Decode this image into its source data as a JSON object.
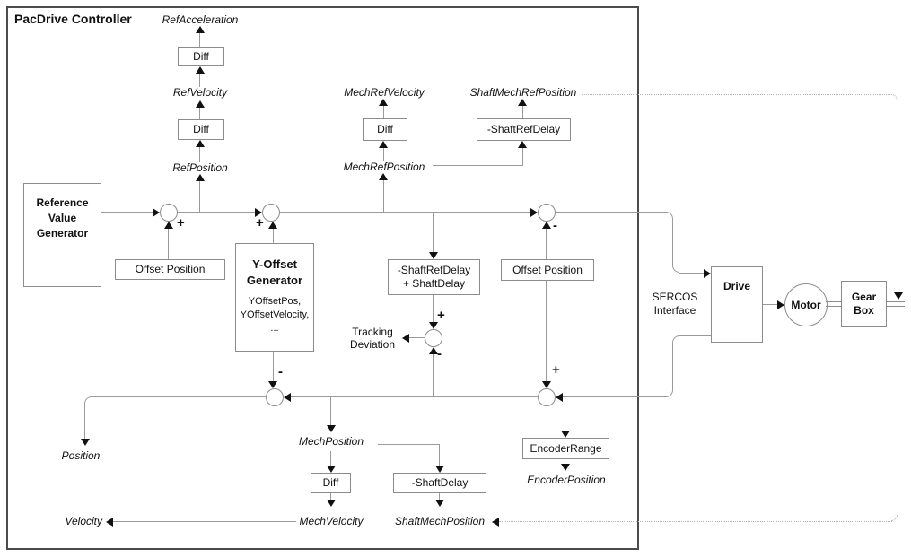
{
  "title": "PacDrive Controller",
  "labels": {
    "diff": "Diff",
    "offset_position": "Offset Position",
    "plus": "+",
    "minus": "-"
  },
  "blocks": {
    "reference_value_generator": "Reference\nValue\nGenerator",
    "y_offset_generator_title": "Y-Offset\nGenerator",
    "y_offset_generator_params": "YOffsetPos,\nYOffsetVelocity,\n...",
    "shaft_ref_delay": "-ShaftRefDelay",
    "shaft_ref_delay_plus_shaft_delay": "-ShaftRefDelay\n+ ShaftDelay",
    "shaft_delay": "-ShaftDelay",
    "encoder_range": "EncoderRange",
    "drive": "Drive",
    "motor": "Motor",
    "gear_box": "Gear\nBox"
  },
  "signals": {
    "ref_acceleration": "RefAcceleration",
    "ref_velocity": "RefVelocity",
    "ref_position": "RefPosition",
    "mech_ref_velocity": "MechRefVelocity",
    "shaft_mech_ref_position": "ShaftMechRefPosition",
    "mech_ref_position": "MechRefPosition",
    "tracking_deviation": "Tracking\nDeviation",
    "sercos_interface": "SERCOS\nInterface",
    "position": "Position",
    "velocity": "Velocity",
    "mech_position": "MechPosition",
    "mech_velocity": "MechVelocity",
    "shaft_mech_position": "ShaftMechPosition",
    "encoder_position": "EncoderPosition"
  },
  "colors": {
    "background": "#ffffff",
    "line": "#9a9a9a",
    "dotted_line": "#b5b5b5",
    "box_border": "#8c8c8c",
    "frame_border": "#4b4b4b",
    "arrow": "#111111",
    "text": "#111111"
  }
}
